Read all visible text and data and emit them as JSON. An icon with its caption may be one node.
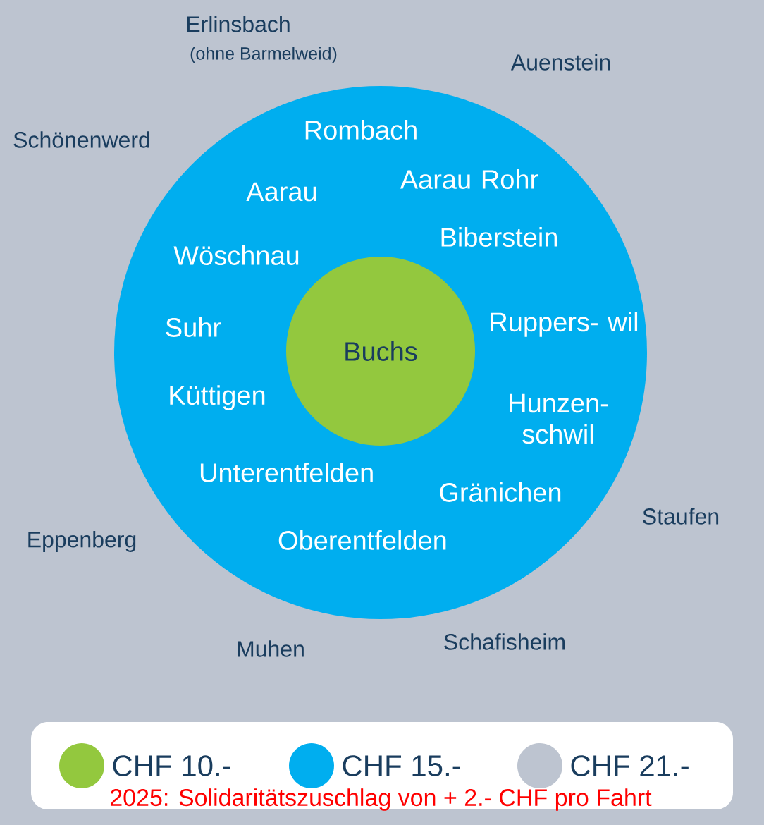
{
  "diagram": {
    "nodes": [
      {
        "text": [
          "Rombach",
          "Aarau",
          "Aarau Rohr",
          "Wöschnau",
          "Biberstein",
          "Suhr",
          "Ruppers- wil",
          "Küttigen",
          "Hunzen- schwil",
          "Unterentfelden",
          "Gränichen",
          "Oberentfelden"
        ]
      },
      {
        "text": [
          "Buchs"
        ],
        "in": 0
      }
    ],
    "labels": [
      "Erlinsbach",
      "(ohne Barmelweid)",
      "Auenstein",
      "Schönenwerd",
      "Staufen",
      "Eppenberg",
      "Schafisheim",
      "Muhen",
      "2025: Solidaritätszuschlag von + 2.- CHF pro Fahrt"
    ],
    "legend": [
      {
        "text": "CHF 10.-",
        "color": "#93c83e"
      },
      {
        "text": "CHF 15.-",
        "color": "#00aeef"
      },
      {
        "text": "CHF 21.-",
        "color": "#bdc4d0"
      }
    ]
  }
}
